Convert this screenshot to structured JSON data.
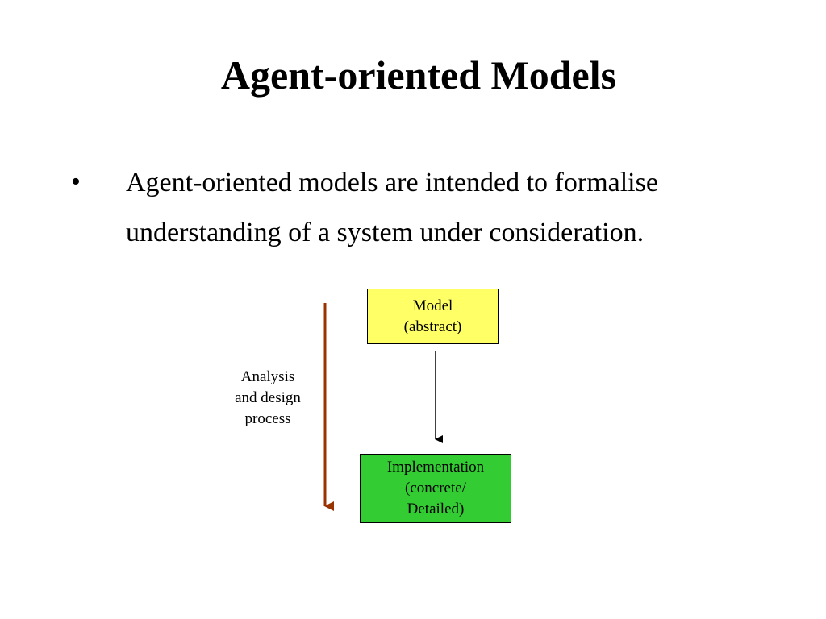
{
  "slide": {
    "title": "Agent-oriented Models",
    "bullet": {
      "marker": "•",
      "text": "Agent-oriented models are intended to formalise understanding of a system under consideration."
    }
  },
  "diagram": {
    "model_node": {
      "line1": "Model",
      "line2": "(abstract)",
      "fill": "#ffff66"
    },
    "implementation_node": {
      "line1": "Implementation",
      "line2": "(concrete/",
      "line3": "Detailed)",
      "fill": "#33cc33"
    },
    "process_label": {
      "line1": "Analysis",
      "line2": "and design",
      "line3": "process"
    },
    "colors": {
      "process_arrow": "#993300",
      "connector_arrow": "#000000"
    }
  }
}
